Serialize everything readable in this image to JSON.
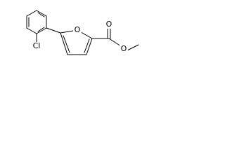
{
  "molecule": {
    "labels": {
      "chlorine": "Cl",
      "furan_oxygen": "O",
      "carbonyl_oxygen": "O",
      "ester_oxygen": "O"
    }
  }
}
